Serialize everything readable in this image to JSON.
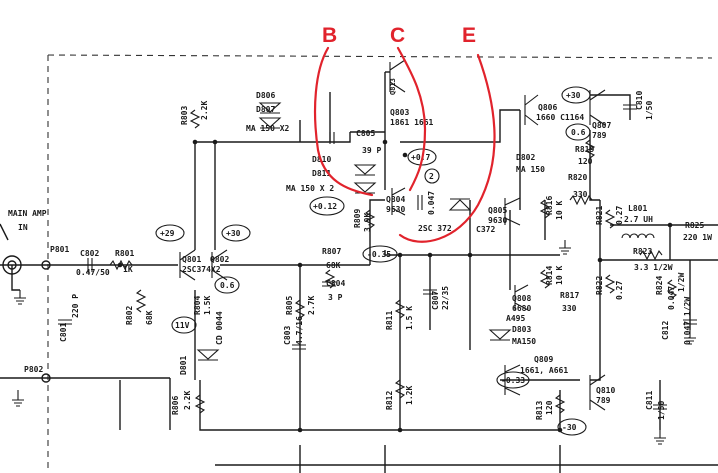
{
  "annotations": {
    "b": "B",
    "c": "C",
    "e": "E"
  },
  "colors": {
    "ink": "#1a1a1a",
    "annotation": "#e1232c",
    "paper": "#ffffff"
  },
  "inputs": {
    "main_amp_in": "MAIN AMP",
    "in": "IN",
    "p801": "P801",
    "p802": "P802"
  },
  "diodes": {
    "d806": "D806",
    "d807": "D807",
    "d806_type": "MA 150 X2",
    "d810": "D810",
    "d811": "D811",
    "d810_type": "MA 150 X 2",
    "d801": "D801",
    "d801_type": "CD 0044",
    "d802": "D802",
    "d802_type": "MA 150",
    "d803": "D803",
    "d803_type": "MA150",
    "d_circled": "2"
  },
  "transistors": {
    "q813": "Q813",
    "q803": "Q803",
    "q803_type": "1861 1661",
    "q801": "Q801",
    "q802": "Q802",
    "q801_type": "2SC374X2",
    "q804": "Q804",
    "q804_type": "9630",
    "q805": "Q805",
    "q805_type": "9630",
    "q805_sub": "C372",
    "q806": "Q806",
    "q806_type": "1660 C1164",
    "q807": "Q807",
    "q807_type": "789",
    "q808": "Q808",
    "q808_type": "A495",
    "q808_num": "6680",
    "q809": "Q809",
    "q809_type": "1661, A661",
    "q810": "Q810",
    "q810_type": "789",
    "q_2sc": "2SC 372"
  },
  "resistors": {
    "r801": "R801",
    "r801_val": "1K",
    "r802": "R802",
    "r802_val": "68K",
    "r803": "R803",
    "r803_val": "2.2K",
    "r804": "R804",
    "r804_val": "1.5K",
    "r805": "R805",
    "r805_val": "2.7K",
    "r806": "R806",
    "r806_val": "2.2K",
    "r807": "R807",
    "r807_val": "68K",
    "r809": "R809",
    "r809_val": "3.9K",
    "r811": "R811",
    "r811_val": "1.5 K",
    "r812": "R812",
    "r812_val": "1.2K",
    "r813": "R813",
    "r813_val": "120",
    "r814": "R814",
    "r814_val": "10 K",
    "r816": "R816",
    "r816_val": "10 K",
    "r817": "R817",
    "r817_val": "330",
    "r819": "R819",
    "r819_val": "120",
    "r820": "R820",
    "r820_val": "330",
    "r821": "R821",
    "r821_val": "0.27",
    "r822": "R822",
    "r822_val": "0.27",
    "r823": "R823",
    "r823_val": "3.3 1/2W",
    "r824": "R824",
    "r824_val": "0.047",
    "r825": "R825",
    "r825_val": "220 1W",
    "r_1_2w": "1/2W"
  },
  "capacitors": {
    "c801": "C801",
    "c801_val": "220 P",
    "c802": "C802",
    "c802_val": "0.47/50",
    "c803": "C803",
    "c803_val": "4.7/16",
    "c804": "C804",
    "c804_val": "3 P",
    "c805": "C805",
    "c805_val": "39 P",
    "c807": "C807",
    "c807_val": "22/35",
    "c810": "C810",
    "c810_val": "1/50",
    "c811": "C811",
    "c811_val": "1/50",
    "c812": "C812",
    "c812_val": "0.047 1/2W",
    "c_047": "0.047"
  },
  "inductors": {
    "l801": "L801",
    "l801_val": "2.7 UH"
  },
  "voltages": {
    "v_p29": "+29",
    "v_p30a": "+30",
    "v_06a": "0.6",
    "v_11": "11V",
    "v_p012": "+0.12",
    "v_m035": "-0.35",
    "v_p07": "+0.7",
    "v_p30b": "+30",
    "v_06b": "0.6",
    "v_m033": "-0.33",
    "v_m30": "-30"
  }
}
